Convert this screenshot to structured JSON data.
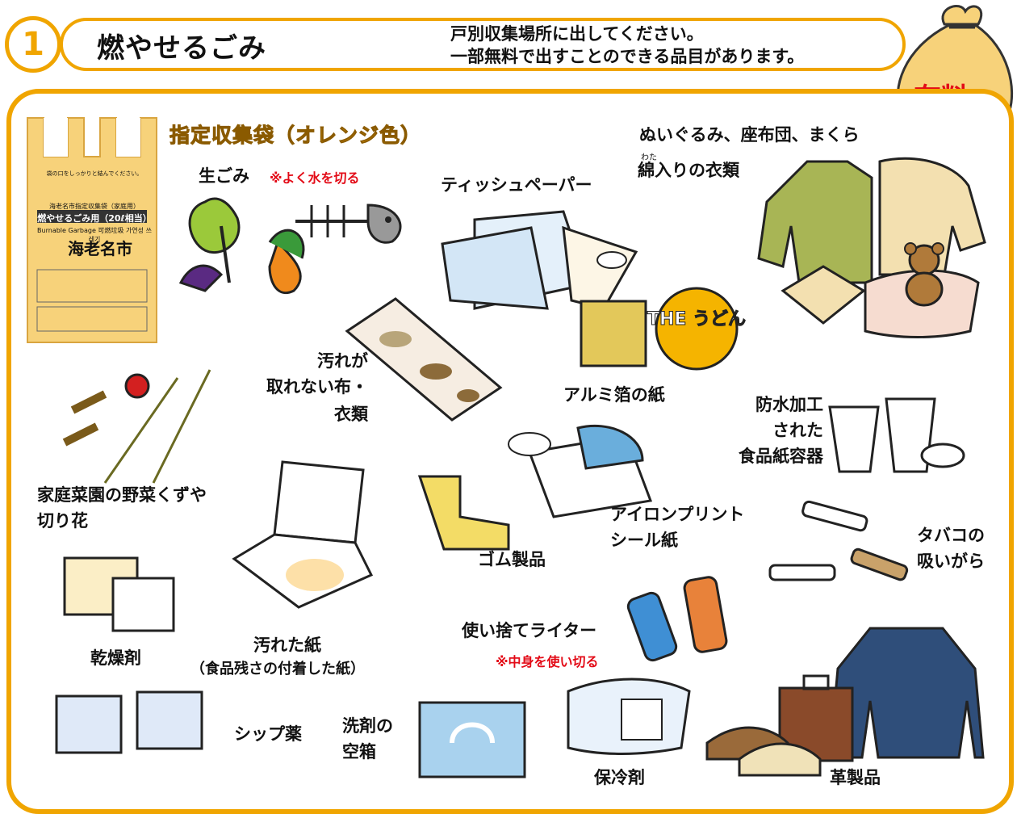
{
  "header": {
    "number": "1",
    "title": "燃やせるごみ",
    "note_line1": "戸別収集場所に出してください。",
    "note_line2": "一部無料で出すことのできる品目があります。",
    "paid_label": "有料"
  },
  "bag": {
    "title": "指定収集袋（オレンジ色）",
    "top_text": "袋の口をしっかりと結んでください。",
    "type_text": "海老名市指定収集袋（家庭用）",
    "use_text": "燃やせるごみ用（20ℓ相当）",
    "english_text": "Burnable Garbage  可燃垃圾  가연성 쓰레기",
    "city": "海老名市"
  },
  "items": {
    "raw_garbage": "生ごみ",
    "raw_garbage_note": "※よく水を切る",
    "tissue": "ティッシュペーパー",
    "stuffed": "ぬいぐるみ、座布団、まくら",
    "cotton_ruby": "わた",
    "cotton_clothes": "綿入りの衣類",
    "dirty_cloth_l1": "汚れが",
    "dirty_cloth_l2": "取れない布・",
    "dirty_cloth_l3": "衣類",
    "foil_paper": "アルミ箔の紙",
    "udon_label": "THE うどん",
    "waterproof_l1": "防水加工",
    "waterproof_l2": "された",
    "waterproof_l3": "食品紙容器",
    "garden_l1": "家庭菜園の野菜くずや",
    "garden_l2": "切り花",
    "rubber": "ゴム製品",
    "iron_l1": "アイロンプリント",
    "iron_l2": "シール紙",
    "cigarette_l1": "タバコの",
    "cigarette_l2": "吸いがら",
    "desiccant": "乾燥剤",
    "dirty_paper": "汚れた紙",
    "dirty_paper_note": "（食品残さの付着した紙）",
    "lighter": "使い捨てライター",
    "lighter_note": "※中身を使い切る",
    "poultice": "シップ薬",
    "detergent_l1": "洗剤の",
    "detergent_l2": "空箱",
    "cold_pack": "保冷剤",
    "leather": "革製品"
  },
  "colors": {
    "accent_orange": "#f0a500",
    "warning_red": "#e30b17",
    "bag_fill": "#f7d27a"
  },
  "icons": [
    "fish-bone-icon",
    "vegetable-icon",
    "tissue-icon",
    "jacket-icon",
    "teddy-bear-icon",
    "cushion-icon",
    "cloth-icon",
    "foil-icon",
    "paper-cup-icon",
    "flower-icon",
    "boot-icon",
    "iron-icon",
    "cigarette-icon",
    "desiccant-icon",
    "food-box-icon",
    "lighter-icon",
    "poultice-icon",
    "detergent-box-icon",
    "cold-pack-icon",
    "leather-jacket-icon",
    "shoes-icon",
    "briefcase-icon",
    "garbage-bag-icon"
  ]
}
